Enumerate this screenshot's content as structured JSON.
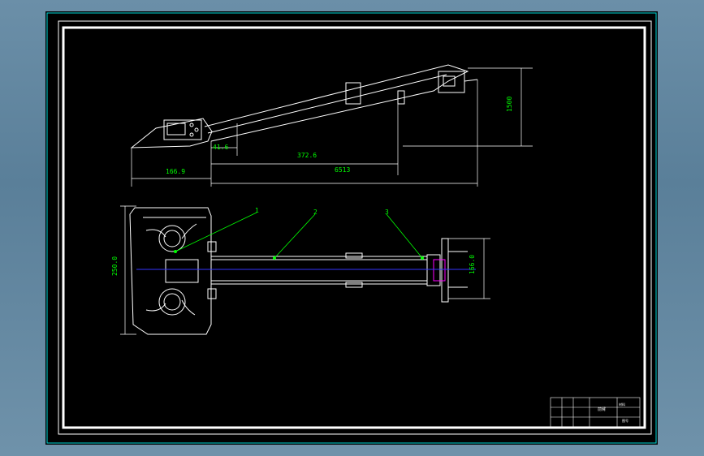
{
  "colors": {
    "background": "#000000",
    "frame": "#ffffff",
    "dimension": "#00ff00",
    "centerline": "#3333ff",
    "highlight": "#ff00ff",
    "outer_border": "#00e0e0"
  },
  "dimensions": {
    "side_height": "1500",
    "side_offset": "41.6",
    "side_span": "372.6",
    "side_left": "166.9",
    "side_total": "6513",
    "plan_width": "250.0",
    "plan_tip_width": "166.0"
  },
  "callouts": [
    "1",
    "2",
    "3"
  ],
  "title_block": {
    "title": "前臂",
    "material": "材料",
    "code": "图号"
  }
}
